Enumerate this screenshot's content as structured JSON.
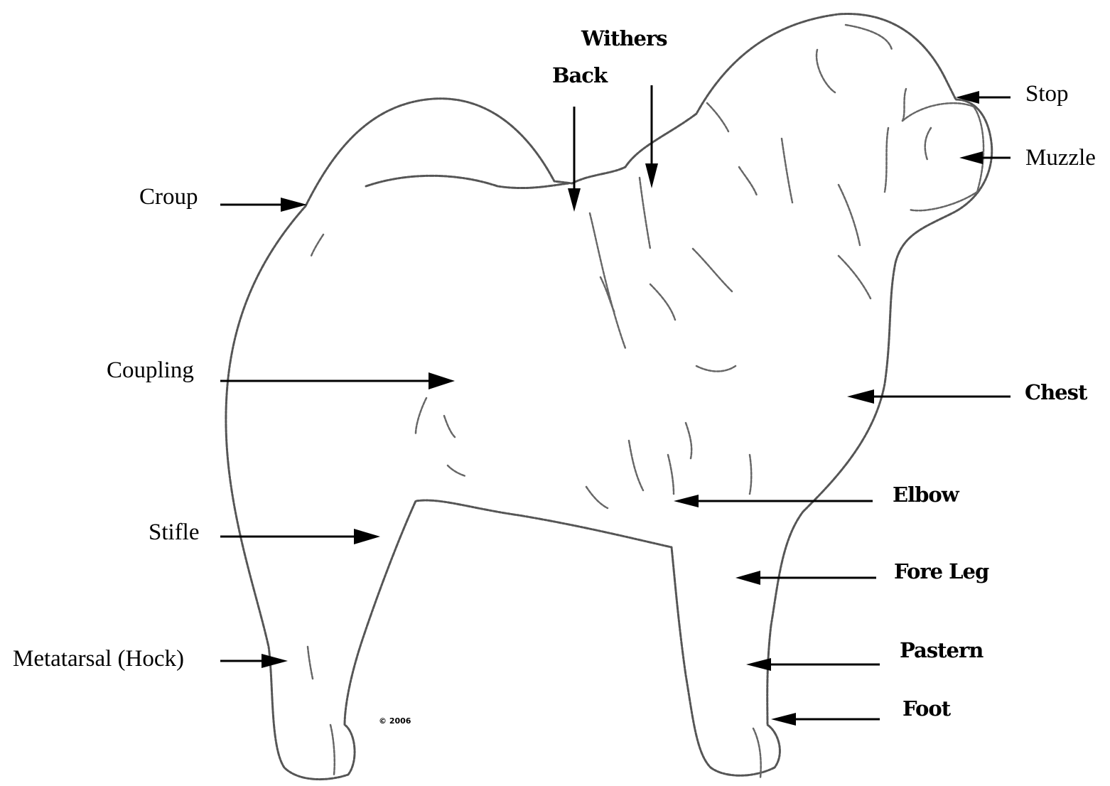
{
  "labels": {
    "withers": "Withers",
    "back": "Back",
    "stop": "Stop",
    "muzzle": "Muzzle",
    "croup": "Croup",
    "coupling": "Coupling",
    "chest": "Chest",
    "elbow": "Elbow",
    "stifle": "Stifle",
    "fore_leg": "Fore Leg",
    "pastern": "Pastern",
    "hock": "Metatarsal (Hock)",
    "foot": "Foot"
  },
  "copyright": "© 2006"
}
